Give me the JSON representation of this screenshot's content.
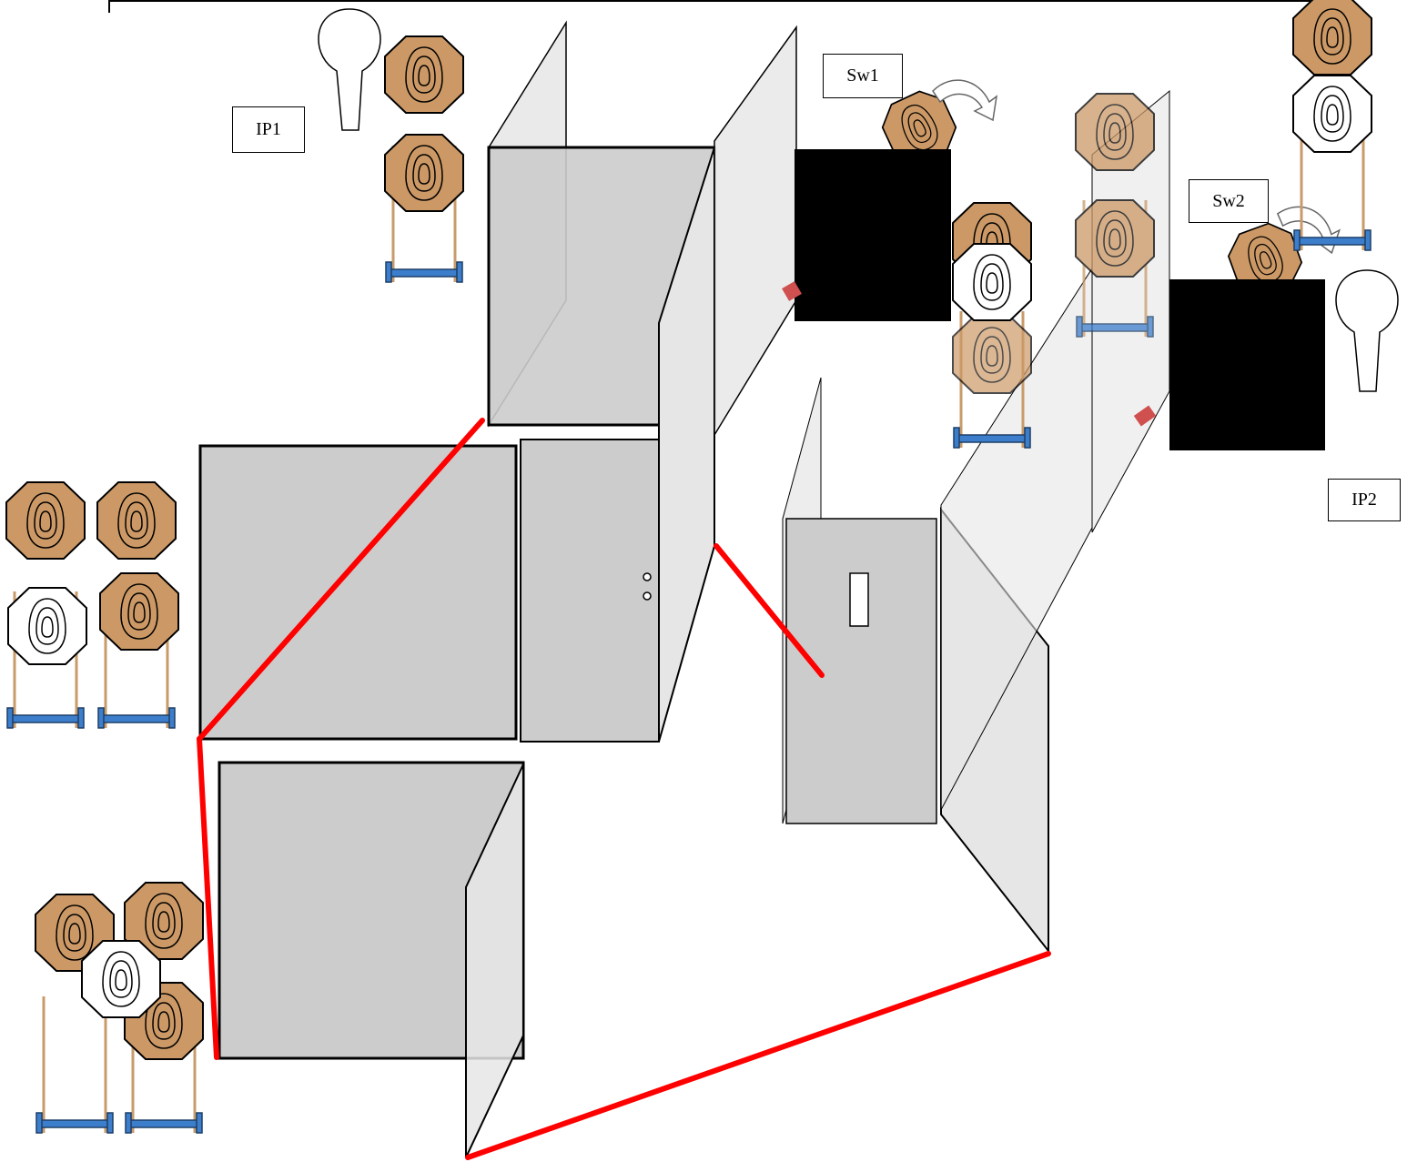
{
  "labels": {
    "ip1": "IP1",
    "ip2": "IP2",
    "sw1": "Sw1",
    "sw2": "Sw2"
  },
  "colors": {
    "target_brown": "#cc9966",
    "no_shoot_white": "#ffffff",
    "stand_blue": "#3d7ecc",
    "wall_gray": "#cccccc",
    "panel_gray": "#e6e6e6",
    "fault_line_red": "#ff0000",
    "black_box": "#000000"
  },
  "icons": [
    "paper-target-icon",
    "no-shoot-target-icon",
    "swinger-target-icon",
    "rotate-arrow-icon",
    "door-icon",
    "barrel-stand-icon"
  ]
}
